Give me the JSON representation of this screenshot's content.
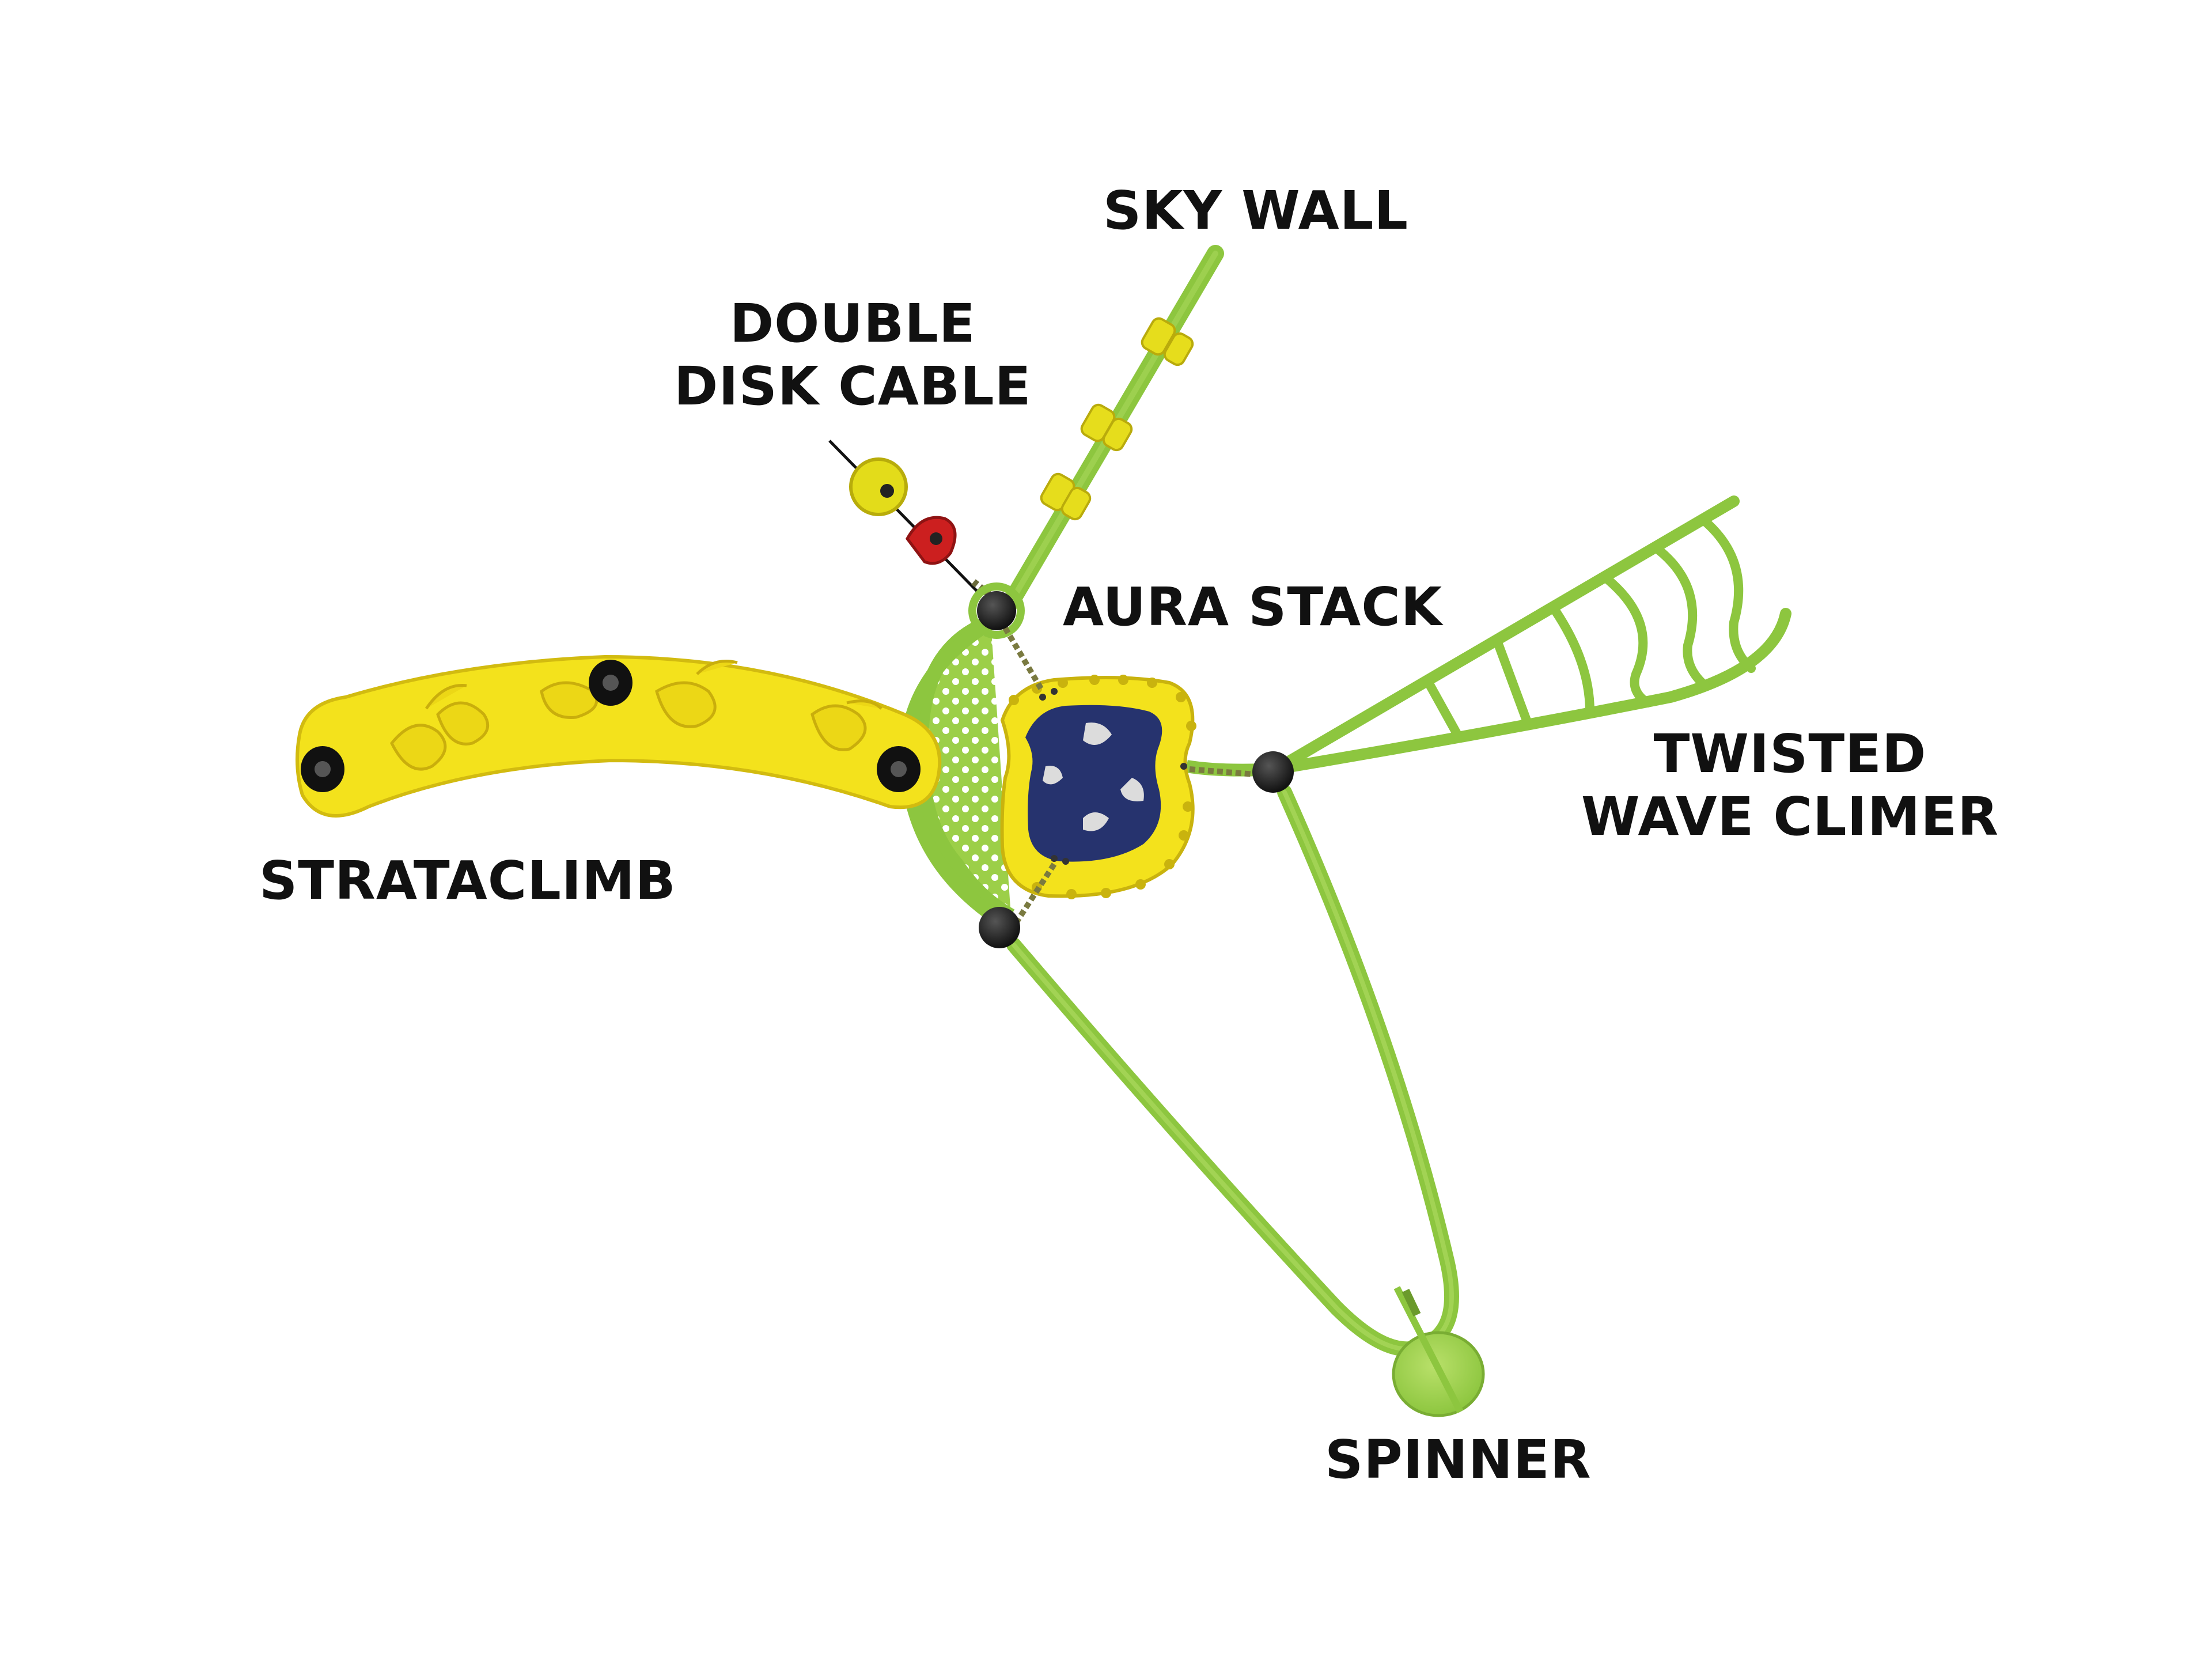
{
  "labels": {
    "sky_wall": "SKY WALL",
    "double_disk_cable": [
      "DOUBLE",
      "DISK CABLE"
    ],
    "aura_stack": "AURA STACK",
    "twisted_wave_climber": [
      "TWISTED",
      "WAVE CLIMER"
    ],
    "strataclimb": "STRATACLIMB",
    "spinner": "SPINNER"
  },
  "colors": {
    "frame_green": "#8dc63f",
    "frame_green_dark": "#6b9a2c",
    "panel_yellow": "#f3e21c",
    "panel_yellow_dark": "#d9c411",
    "hold_yellow": "#e9df1f",
    "disk_red": "#cc1f1f",
    "net_navy": "#26336e",
    "connector_black": "#1e1e1e",
    "label_text": "#111111"
  }
}
